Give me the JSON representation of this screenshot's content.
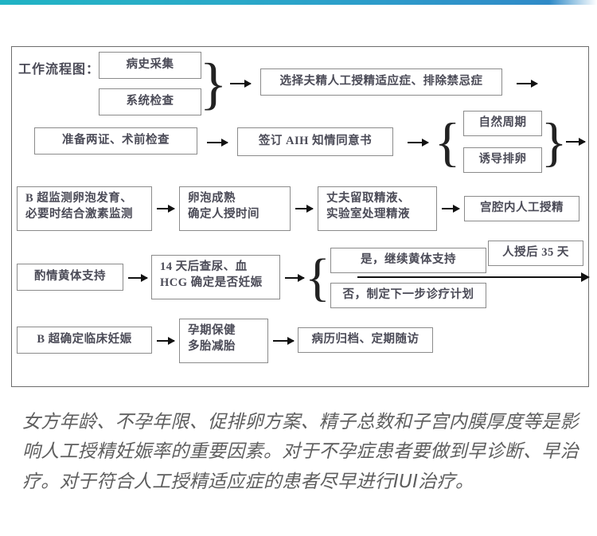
{
  "page": {
    "title_label": "工作流程图："
  },
  "flowchart": {
    "rows": [
      {
        "id": "row1",
        "nodes": [
          {
            "id": "r1n1",
            "text": "病史采集"
          },
          {
            "id": "r1n2",
            "text": "系统检查"
          },
          {
            "id": "r1n3",
            "text": "选择夫精人工授精适应症、排除禁忌症"
          }
        ]
      },
      {
        "id": "row2",
        "nodes": [
          {
            "id": "r2n1",
            "text": "准备两证、术前检查"
          },
          {
            "id": "r2n2",
            "text": "签订 AIH 知情同意书"
          },
          {
            "id": "r2n3",
            "text": "自然周期"
          },
          {
            "id": "r2n4",
            "text": "诱导排卵"
          }
        ]
      },
      {
        "id": "row3",
        "nodes": [
          {
            "id": "r3n1",
            "line1": "B 超监测卵泡发育、",
            "line2": "必要时结合激素监测"
          },
          {
            "id": "r3n2",
            "line1": "卵泡成熟",
            "line2": "确定人授时间"
          },
          {
            "id": "r3n3",
            "line1": "丈夫留取精液、",
            "line2": "实验室处理精液"
          },
          {
            "id": "r3n4",
            "text": "宫腔内人工授精"
          }
        ]
      },
      {
        "id": "row4",
        "nodes": [
          {
            "id": "r4n1",
            "text": "酌情黄体支持"
          },
          {
            "id": "r4n2",
            "line1": "14 天后查尿、血",
            "line2": "HCG 确定是否妊娠"
          },
          {
            "id": "r4n3",
            "text": "是，继续黄体支持"
          },
          {
            "id": "r4n4",
            "text": "否，制定下一步诊疗计划"
          },
          {
            "id": "r4n5",
            "text": "人授后 35 天"
          }
        ]
      },
      {
        "id": "row5",
        "nodes": [
          {
            "id": "r5n1",
            "text": "B 超确定临床妊娠"
          },
          {
            "id": "r5n2",
            "line1": "孕期保健",
            "line2": "多胎减胎"
          },
          {
            "id": "r5n3",
            "text": "病历归档、定期随访"
          }
        ]
      }
    ],
    "braces": {
      "right": "}",
      "left": "{"
    }
  },
  "body_text": {
    "paragraph": "女方年龄、不孕年限、促排卵方案、精子总数和子宫内膜厚度等是影响人工授精妊娠率的重要因素。对于不孕症患者要做到早诊断、早治疗。对于符合人工授精适应症的患者尽早进行IUI治疗。"
  },
  "colors": {
    "accent_start": "#1fb3c4",
    "accent_end": "#2f8ac7",
    "box_border": "#8b8b8b",
    "frame_border": "#6d6d6d",
    "text": "#4b4b57",
    "paragraph_text": "#5e5e5e"
  }
}
